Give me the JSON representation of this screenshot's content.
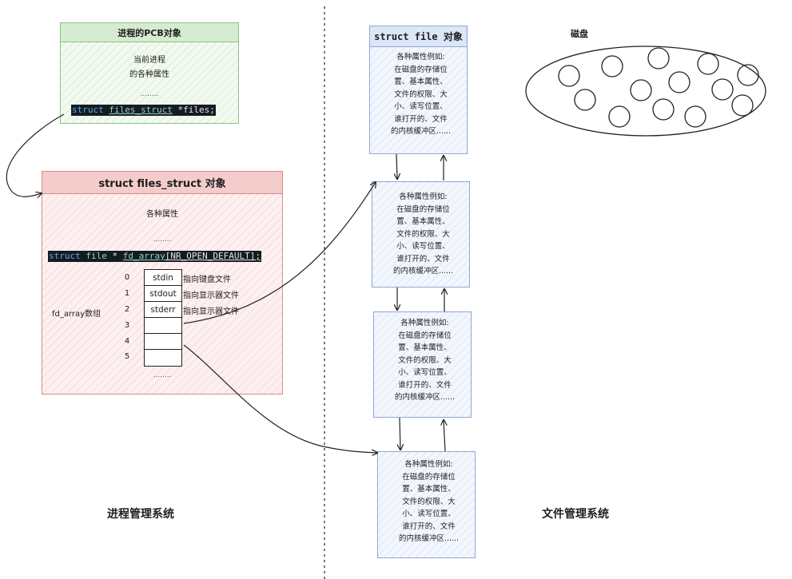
{
  "pcb": {
    "title": "进程的PCB对象",
    "desc_line1": "当前进程",
    "desc_line2": "的各种属性",
    "ellipsis": "........",
    "code_kw": "struct",
    "code_type": "files_struct",
    "code_var": "*files;"
  },
  "files_struct": {
    "title": "struct files_struct 对象",
    "desc": "各种属性",
    "ellipsis": "........",
    "code_kw": "struct",
    "code_type": "file",
    "code_ptr": "*",
    "code_name": "fd_array",
    "code_index": "[NR_OPEN_DEFAULT];",
    "array_label": "fd_array数组",
    "tail_ellipsis": "........",
    "fd_rows": [
      {
        "index": "0",
        "value": "stdin",
        "desc": "指向键盘文件"
      },
      {
        "index": "1",
        "value": "stdout",
        "desc": "指向显示器文件"
      },
      {
        "index": "2",
        "value": "stderr",
        "desc": "指向显示器文件"
      },
      {
        "index": "3",
        "value": "",
        "desc": ""
      },
      {
        "index": "4",
        "value": "",
        "desc": ""
      },
      {
        "index": "5",
        "value": "",
        "desc": ""
      }
    ]
  },
  "files": {
    "title": "struct file 对象",
    "desc_lines": [
      "各种属性例如:",
      "在磁盘的存储位",
      "置、基本属性、",
      "文件的权限、大",
      "小、读写位置、",
      "谁打开的、文件",
      "的内核缓冲区......"
    ]
  },
  "disk": {
    "label": "磁盘"
  },
  "labels": {
    "process_mgmt": "进程管理系统",
    "file_mgmt": "文件管理系统"
  }
}
